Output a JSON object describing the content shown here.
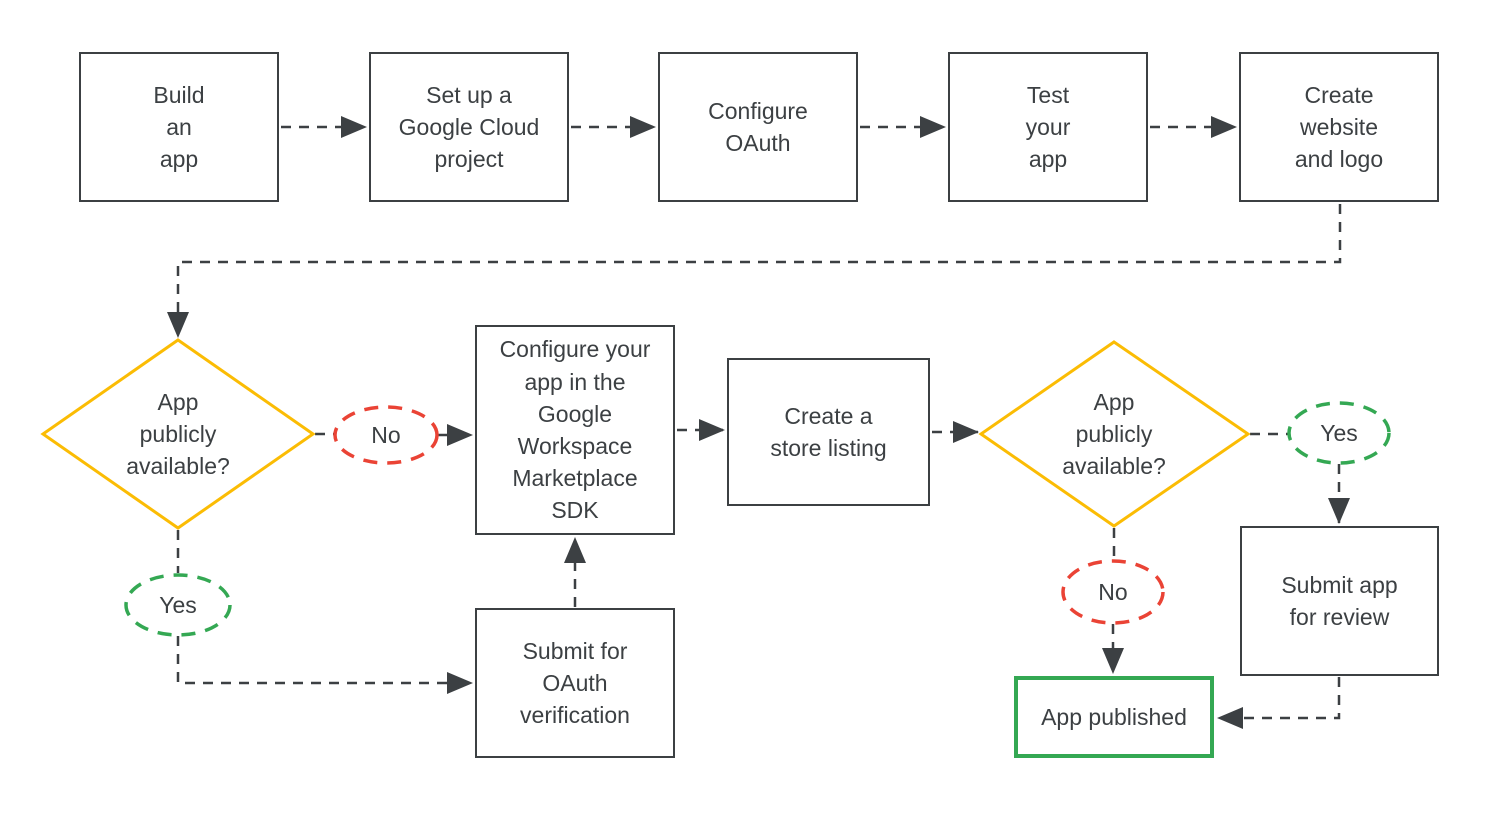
{
  "colors": {
    "line_and_text": "#3c4043",
    "decision_diamond": "#fbbc04",
    "yes_oval": "#34a853",
    "no_oval": "#ea4335",
    "published_box_border": "#34a853",
    "background": "#ffffff"
  },
  "nodes": {
    "build_app": {
      "label": "Build\nan\napp"
    },
    "cloud_project": {
      "label": "Set up a\nGoogle Cloud\nproject"
    },
    "configure_oauth": {
      "label": "Configure\nOAuth"
    },
    "test_app": {
      "label": "Test\nyour\napp"
    },
    "website_logo": {
      "label": "Create\nwebsite\nand logo"
    },
    "decision_left": {
      "label": "App\npublicly\navailable?"
    },
    "sdk": {
      "label": "Configure your\napp in the\nGoogle\nWorkspace\nMarketplace\nSDK"
    },
    "store_listing": {
      "label": "Create a\nstore listing"
    },
    "oauth_verification": {
      "label": "Submit for\nOAuth\nverification"
    },
    "decision_right": {
      "label": "App\npublicly\navailable?"
    },
    "submit_review": {
      "label": "Submit app\nfor review"
    },
    "app_published": {
      "label": "App published"
    }
  },
  "edge_labels": {
    "left_no": "No",
    "left_yes": "Yes",
    "right_yes": "Yes",
    "right_no": "No"
  },
  "edges": [
    {
      "from": "build_app",
      "to": "cloud_project",
      "style": "dashed-arrow"
    },
    {
      "from": "cloud_project",
      "to": "configure_oauth",
      "style": "dashed-arrow"
    },
    {
      "from": "configure_oauth",
      "to": "test_app",
      "style": "dashed-arrow"
    },
    {
      "from": "test_app",
      "to": "website_logo",
      "style": "dashed-arrow"
    },
    {
      "from": "website_logo",
      "to": "decision_left",
      "style": "dashed-arrow"
    },
    {
      "from": "decision_left",
      "to": "sdk",
      "label": "No",
      "style": "dashed-arrow"
    },
    {
      "from": "decision_left",
      "to": "oauth_verification",
      "label": "Yes",
      "style": "dashed-arrow"
    },
    {
      "from": "oauth_verification",
      "to": "sdk",
      "style": "dashed-arrow"
    },
    {
      "from": "sdk",
      "to": "store_listing",
      "style": "dashed-arrow"
    },
    {
      "from": "store_listing",
      "to": "decision_right",
      "style": "dashed-arrow"
    },
    {
      "from": "decision_right",
      "to": "submit_review",
      "label": "Yes",
      "style": "dashed-arrow"
    },
    {
      "from": "decision_right",
      "to": "app_published",
      "label": "No",
      "style": "dashed-arrow"
    },
    {
      "from": "submit_review",
      "to": "app_published",
      "style": "dashed-arrow"
    }
  ]
}
